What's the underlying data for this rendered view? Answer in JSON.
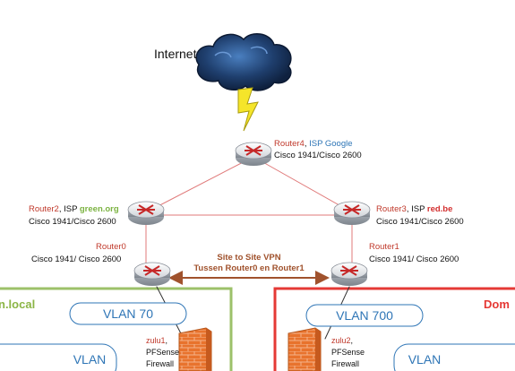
{
  "internet": {
    "label": "Internet"
  },
  "routers": {
    "router4": {
      "name": "Router4",
      "sep": ", ",
      "isp_prefix": "ISP ",
      "isp": "Google",
      "model": "Cisco 1941/Cisco 2600"
    },
    "router2": {
      "name": "Router2",
      "sep": ", ",
      "isp_prefix": "ISP ",
      "isp": "green.org",
      "model": "Cisco 1941/Cisco 2600"
    },
    "router3": {
      "name": "Router3",
      "sep": ", ",
      "isp_prefix": "ISP ",
      "isp": "red.be",
      "model": "Cisco 1941/Cisco 2600"
    },
    "router0": {
      "name": "Router0",
      "model": "Cisco 1941/ Cisco 2600"
    },
    "router1": {
      "name": "Router1",
      "model": "Cisco 1941/ Cisco 2600"
    }
  },
  "vpn": {
    "line1": "Site to Site VPN",
    "line2": "Tussen Router0 en Router1"
  },
  "domains": {
    "left_label": "n.local",
    "right_label": "Dom"
  },
  "vlans": {
    "left_top": "VLAN 70",
    "left_bottom": "VLAN",
    "right_top": "VLAN 700",
    "right_bottom": "VLAN"
  },
  "firewalls": {
    "left": {
      "name": "zulu1",
      "sep": ",",
      "line2": "PFSense",
      "line3": "Firewall"
    },
    "right": {
      "name": "zulu2",
      "sep": ",",
      "line2": "PFSense",
      "line3": "Firewall"
    }
  },
  "colors": {
    "link": "#e07a7a",
    "vpn": "#a0522d",
    "left_domain": "#8bb545",
    "right_domain": "#e53935",
    "vlan": "#2e75b6",
    "firewall": "#e8732d"
  }
}
